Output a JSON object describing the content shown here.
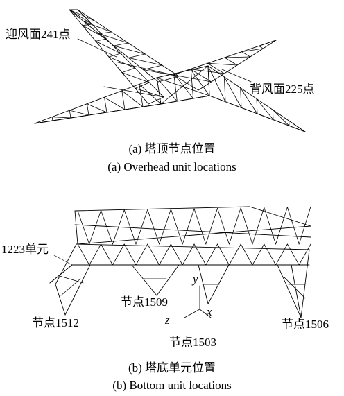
{
  "figure_a": {
    "label_windward": "迎风面241点",
    "label_leeward": "背风面225点",
    "caption_cn": "(a)  塔顶节点位置",
    "caption_en": "(a)  Overhead unit locations"
  },
  "figure_b": {
    "label_element": "1223单元",
    "label_node_1512": "节点1512",
    "label_node_1509": "节点1509",
    "label_node_1503": "节点1503",
    "label_node_1506": "节点1506",
    "axis_x": "x",
    "axis_y": "y",
    "axis_z": "z",
    "caption_cn": "(b)  塔底单元位置",
    "caption_en": "(b)  Bottom unit locations"
  },
  "colors": {
    "line": "#000000",
    "background": "#ffffff"
  }
}
